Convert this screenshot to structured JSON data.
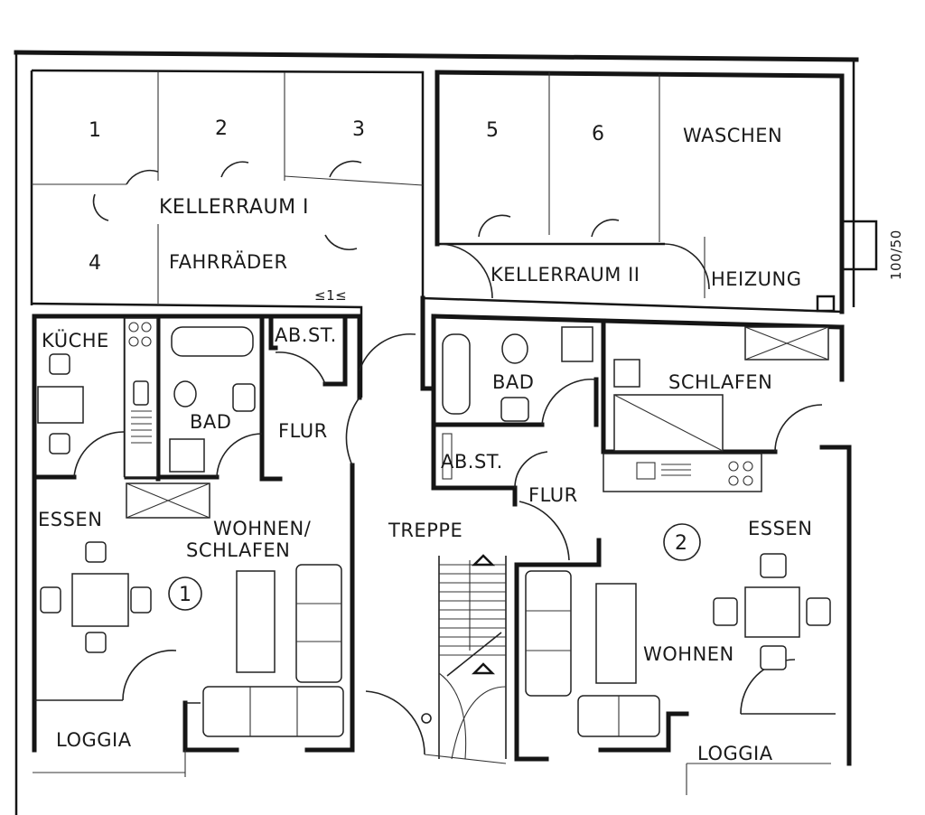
{
  "plan": {
    "basement_rooms": {
      "room_1": "1",
      "room_2": "2",
      "room_3": "3",
      "room_4": "4",
      "room_5": "5",
      "room_6": "6",
      "waschen": "WASCHEN",
      "kellerraum_1": "KELLERRAUM I",
      "fahrraeder": "FAHRRÄDER",
      "kellerraum_2": "KELLERRAUM II",
      "heizung": "HEIZUNG"
    },
    "chimney_dimension": "100/50",
    "stair_marker": "≤1≤",
    "apartment_1": {
      "number": "1",
      "kueche": "KÜCHE",
      "bad": "BAD",
      "abstell": "AB.ST.",
      "flur": "FLUR",
      "essen": "ESSEN",
      "wohnen_schlafen_line1": "WOHNEN/",
      "wohnen_schlafen_line2": "SCHLAFEN",
      "loggia": "LOGGIA"
    },
    "treppe": "TREPPE",
    "apartment_2": {
      "number": "2",
      "bad": "BAD",
      "schlafen": "SCHLAFEN",
      "abstell": "AB.ST.",
      "flur": "FLUR",
      "essen": "ESSEN",
      "wohnen": "WOHNEN",
      "loggia": "LOGGIA"
    }
  }
}
